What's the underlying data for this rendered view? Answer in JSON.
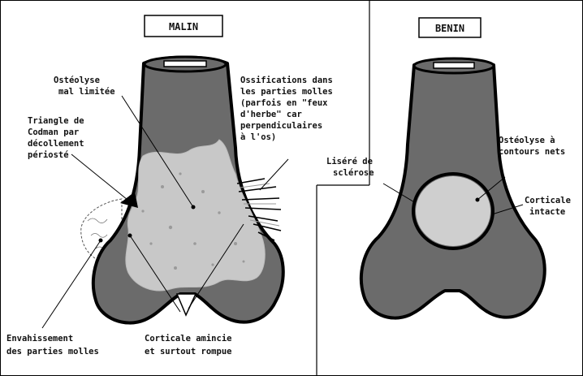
{
  "malin": {
    "title": "MALIN",
    "labels": {
      "osteolyse": [
        "Ostéolyse",
        "mal limitée"
      ],
      "ossifications": [
        "Ossifications dans",
        "les parties molles",
        "(parfois en \"feux",
        "d'herbe\" car",
        "perpendiculaires",
        "à l'os)"
      ],
      "codman": [
        "Triangle de",
        "Codman par",
        "décollement",
        "périosté"
      ],
      "envahissement": [
        "Envahissement",
        "des parties molles"
      ],
      "corticale": [
        "Corticale amincie",
        "et surtout rompue"
      ]
    }
  },
  "benin": {
    "title": "BENIN",
    "labels": {
      "liseree": [
        "Liséré de",
        "sclérose"
      ],
      "osteolyse": [
        "Ostéolyse à",
        "contours nets"
      ],
      "corticale": [
        "Corticale",
        "intacte"
      ]
    }
  },
  "colors": {
    "bone": "#6b6b6b",
    "lesion": "#c8c8c8",
    "outline": "#000000",
    "background": "#ffffff"
  }
}
